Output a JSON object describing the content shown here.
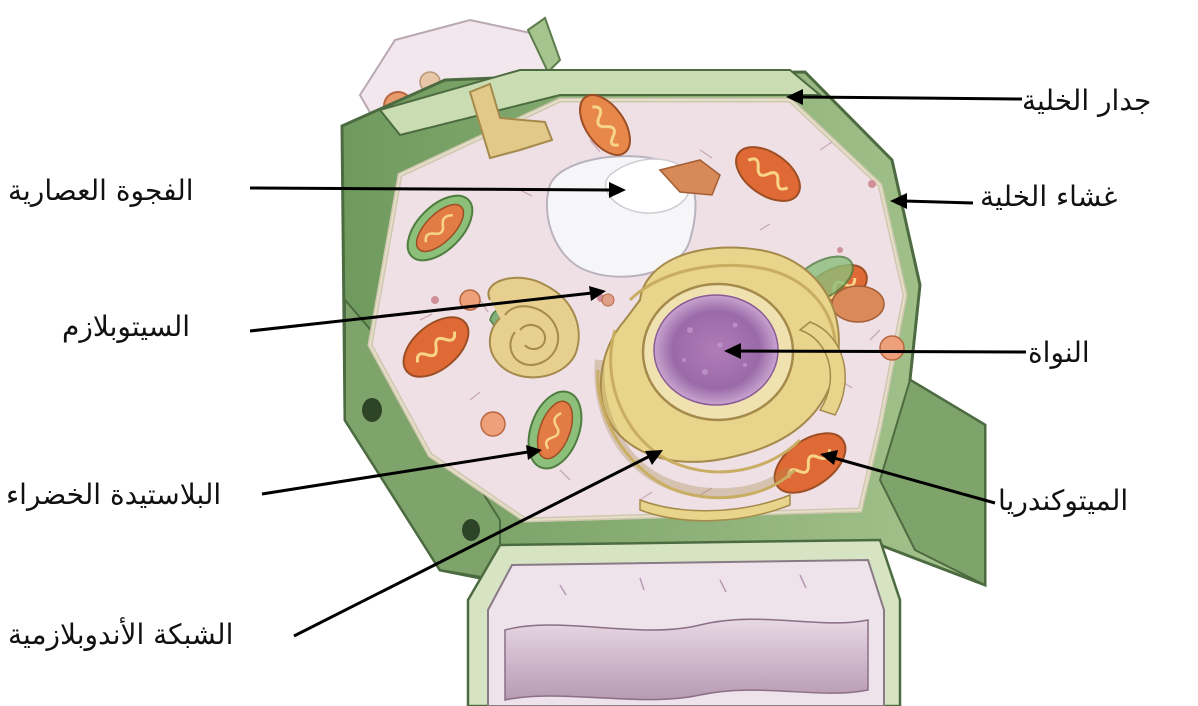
{
  "labels": {
    "cell_wall": "جدار الخلية",
    "cell_membrane": "غشاء الخلية",
    "nucleus": "النواة",
    "mitochondria": "الميتوكندريا",
    "vacuole": "الفجوة العصارية",
    "cytoplasm": "السيتوبلازم",
    "chloroplast": "البلاستيدة الخضراء",
    "endoplasmic_reticulum": "الشبكة الأندوبلازمية"
  },
  "colors": {
    "cell_wall": "#8fb07a",
    "cytoplasm": "#efe0e6",
    "nucleus": "#9a6aa8",
    "nuclear_envelope": "#e8d48a",
    "mitochondria": "#d85a30",
    "chloroplast": "#6da56a",
    "vacuole": "#f3f2f4",
    "leader_line": "#000000"
  }
}
